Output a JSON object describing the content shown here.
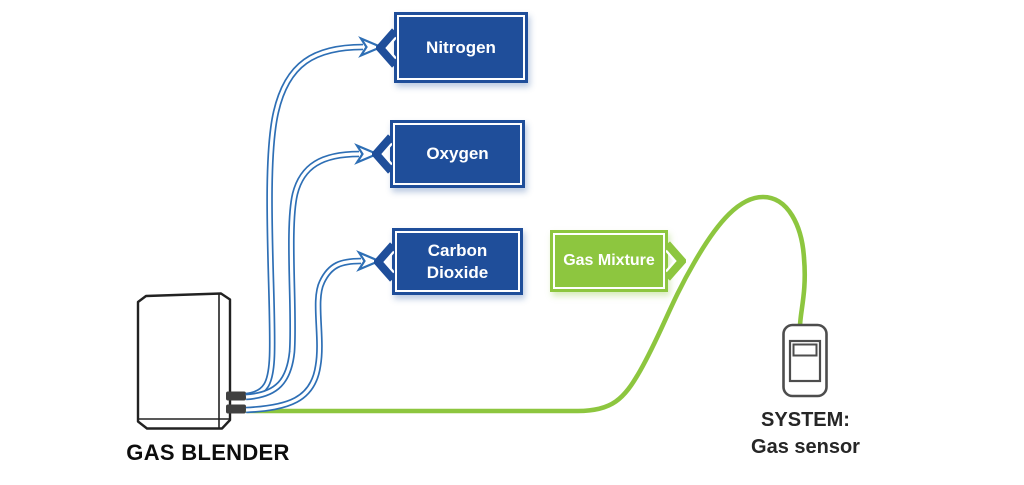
{
  "diagram": {
    "gas_sources": [
      {
        "id": "nitrogen",
        "label": "Nitrogen"
      },
      {
        "id": "oxygen",
        "label": "Oxygen"
      },
      {
        "id": "carbon-dioxide",
        "label": "Carbon Dioxide"
      }
    ],
    "mixture": {
      "label": "Gas Mixture"
    },
    "blender": {
      "label": "GAS BLENDER"
    },
    "sensor": {
      "label_line1": "SYSTEM:",
      "label_line2": "Gas sensor"
    },
    "colors": {
      "source_box_blue": "#1F4E9A",
      "tube_blue": "#2E6FB5",
      "mixture_green": "#8DC63F",
      "label_black": "#0d0d0d",
      "sensor_gray": "#4d4d4d"
    }
  }
}
